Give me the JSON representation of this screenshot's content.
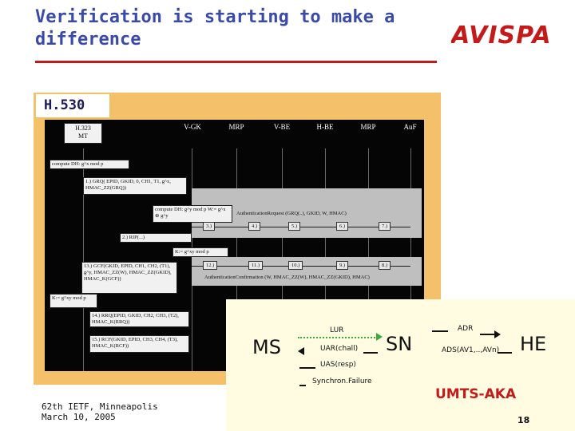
{
  "slide": {
    "title_line1": "Verification is starting to make a",
    "title_line2": "difference",
    "logo_text": "AVISPA",
    "accent_color": "#c41a1a",
    "panel_label": "H.530",
    "footer_line1": "62th IETF, Minneapolis",
    "footer_line2": "March 10, 2005",
    "page_number": "18"
  },
  "h530": {
    "entities": [
      "H.323\nMT",
      "V-GK",
      "MRP",
      "V-BE",
      "H-BE",
      "MRP",
      "AuF"
    ],
    "steps": {
      "s_compute_dh": "compute DH: g^x mod p",
      "s1": "1.) GRQ( EPID, GKID, 0, CH1, T1, g^x, HMAC_ZZ(GRQ))",
      "s_vgk_dh": "compute DH: g^y mod p W:= g^x ⊕ g^y",
      "s_auth_req": "AuthenticationRequest (GRQ(..), GKID, W, HMAC)",
      "s2": "2.) RIP(...)",
      "s_k": "K:= g^xy mod p",
      "s13": "13.) GCF(GKID, EPID, CH1, CH2, (T1), g^y, HMAC_ZZ(W), HMAC_ZZ(GKID), HMAC_K(GCF))",
      "s_auth_conf": "AuthenticationConfirmation (W, HMAC_ZZ(W), HMAC_ZZ(GKID), HMAC)",
      "s_mt_k": "K:= g^xy mod p",
      "s14": "14.) RRQ(EPID, GKID, CH2, CH3, (T2), HMAC_K(RRQ))",
      "s15": "15.) RCF(GKID, EPID, CH3, CH4, (T3), HMAC_K(RCF))"
    },
    "numbers": [
      "3.)",
      "4.)",
      "5.)",
      "6.)",
      "7.)",
      "12.)",
      "11.)",
      "10.)",
      "9.)",
      "8.)"
    ]
  },
  "umts": {
    "nodes": {
      "ms": "MS",
      "sn": "SN",
      "he": "HE"
    },
    "messages": {
      "lur": "LUR",
      "uar_chall": "UAR(chall)",
      "uas_resp": "UAS(resp)",
      "synch_failure": "Synchron.Failure",
      "adr": "ADR",
      "ads": "ADS(AV1,..,AVn)"
    },
    "label": "UMTS-AKA"
  }
}
